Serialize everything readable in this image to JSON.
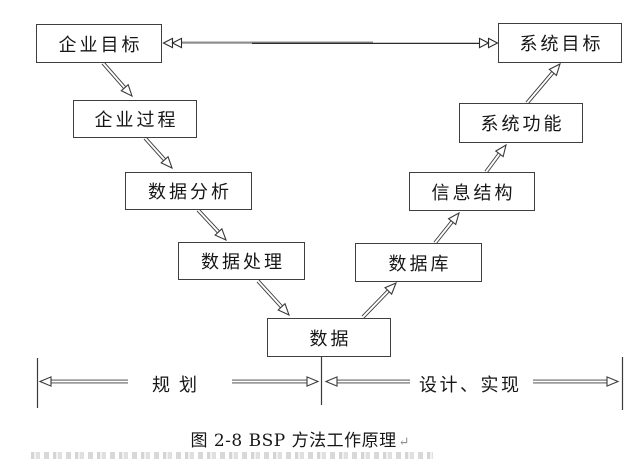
{
  "diagram": {
    "title_caption": "图 2-8 BSP 方法工作原理",
    "caption_mark": "↵",
    "nodes": [
      {
        "id": "enterprise-goal",
        "label": "企业目标"
      },
      {
        "id": "system-goal",
        "label": "系统目标"
      },
      {
        "id": "enterprise-process",
        "label": "企业过程"
      },
      {
        "id": "system-function",
        "label": "系统功能"
      },
      {
        "id": "data-analysis",
        "label": "数据分析"
      },
      {
        "id": "info-structure",
        "label": "信息结构"
      },
      {
        "id": "data-processing",
        "label": "数据处理"
      },
      {
        "id": "database",
        "label": "数据库"
      },
      {
        "id": "data",
        "label": "数据"
      }
    ],
    "edges": [
      {
        "from": "enterprise-goal",
        "to": "system-goal",
        "style": "double-headed"
      },
      {
        "from": "enterprise-goal",
        "to": "enterprise-process"
      },
      {
        "from": "enterprise-process",
        "to": "data-analysis"
      },
      {
        "from": "data-analysis",
        "to": "data-processing"
      },
      {
        "from": "data-processing",
        "to": "data"
      },
      {
        "from": "data",
        "to": "database"
      },
      {
        "from": "database",
        "to": "info-structure"
      },
      {
        "from": "info-structure",
        "to": "system-function"
      },
      {
        "from": "system-function",
        "to": "system-goal"
      }
    ],
    "phases": {
      "left": "规划",
      "right": "设计、实现"
    }
  }
}
